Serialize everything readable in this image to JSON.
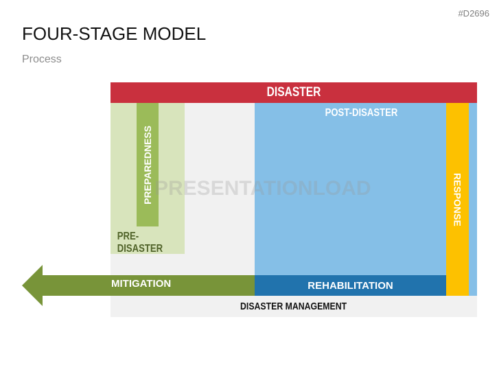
{
  "slide": {
    "code": "#D2696",
    "title": "FOUR-STAGE MODEL",
    "subtitle": "Process"
  },
  "diagram": {
    "disaster": "DISASTER",
    "post_disaster": "POST-DISASTER",
    "pre_disaster": "PRE-DISASTER",
    "preparedness": "PREPAREDNESS",
    "response": "RESPONSE",
    "mitigation": "MITIGATION",
    "rehabilitation": "REHABILITATION",
    "management": "DISASTER MANAGEMENT",
    "watermark": "PRESENTATIONLOAD"
  },
  "colors": {
    "red": "#c9303e",
    "blue_light": "#85bfe7",
    "blue_dark": "#2173ad",
    "green_dark": "#789439",
    "green_mid": "#9bbb59",
    "green_light": "#d8e4bc",
    "yellow": "#fdc100",
    "gray": "#f1f1f1"
  }
}
